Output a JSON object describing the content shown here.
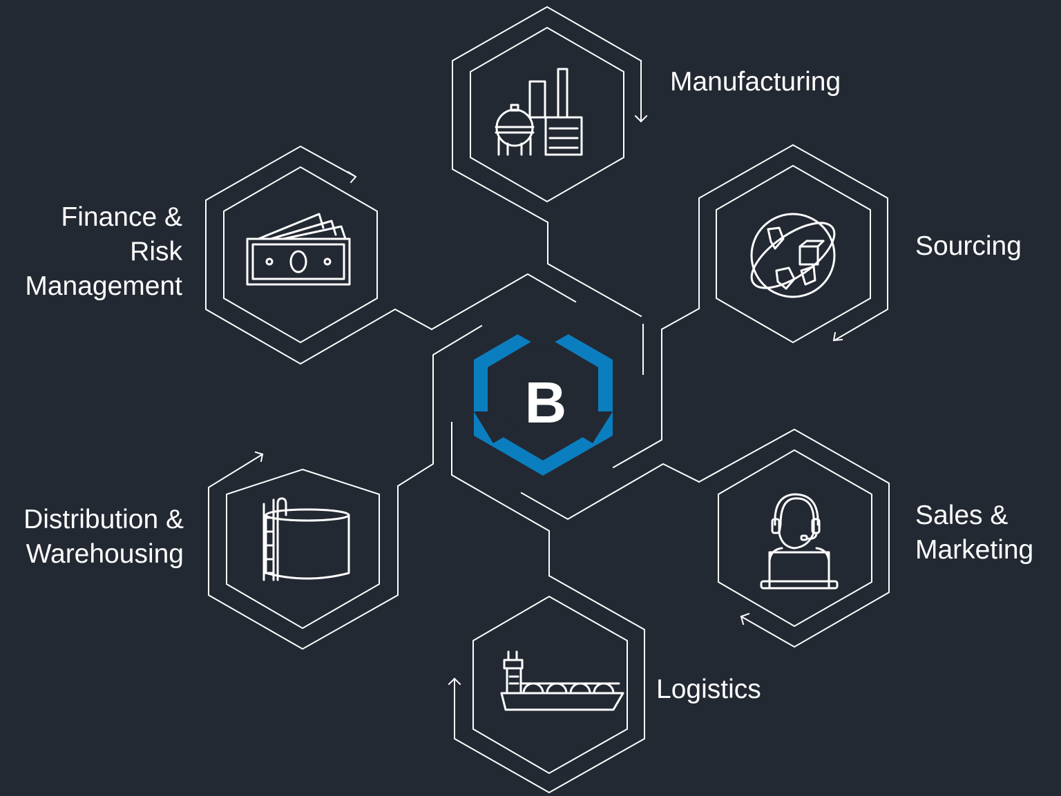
{
  "center": {
    "logo_letter": "B",
    "brand_color": "#0B7EC0"
  },
  "colors": {
    "background": "#232933",
    "lines": "#ffffff",
    "text": "#ffffff"
  },
  "segments": [
    {
      "id": "manufacturing",
      "label_lines": [
        "Manufacturing"
      ],
      "icon": "factory-icon",
      "arrow": "arrow-down-icon"
    },
    {
      "id": "sourcing",
      "label_lines": [
        "Sourcing"
      ],
      "icon": "globe-box-icon",
      "arrow": "arrow-down-left-icon"
    },
    {
      "id": "sales",
      "label_lines": [
        "Sales &",
        "Marketing"
      ],
      "icon": "headset-agent-icon",
      "arrow": "arrow-up-left-icon"
    },
    {
      "id": "logistics",
      "label_lines": [
        "Logistics"
      ],
      "icon": "lng-ship-icon",
      "arrow": "arrow-up-icon"
    },
    {
      "id": "distribution",
      "label_lines": [
        "Distribution &",
        "Warehousing"
      ],
      "icon": "storage-tank-icon",
      "arrow": "arrow-up-right-icon"
    },
    {
      "id": "finance",
      "label_lines": [
        "Finance &",
        "Risk",
        "Management"
      ],
      "icon": "cash-money-icon",
      "arrow": "arrow-down-right-icon"
    }
  ]
}
